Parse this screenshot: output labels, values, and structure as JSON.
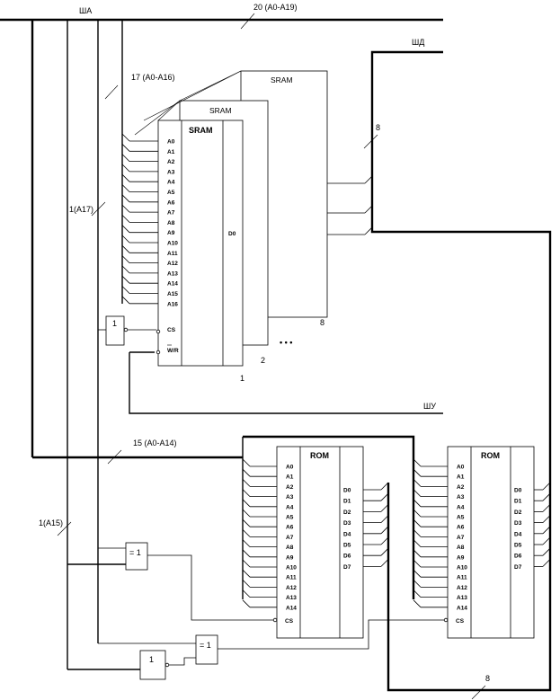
{
  "buses": {
    "address": "ША",
    "data": "ШД",
    "control": "ШУ"
  },
  "bus_labels": {
    "main_address": "20 (A0-A19)",
    "sram_address": "17 (A0-A16)",
    "sram_select": "1(A17)",
    "data_width_top": "8",
    "rom_address": "15 (A0-A14)",
    "rom_select": "1(A15)",
    "data_width_bottom": "8"
  },
  "sram": {
    "title": "SRAM",
    "address_pins": [
      "A0",
      "A1",
      "A2",
      "A3",
      "A4",
      "A5",
      "A6",
      "A7",
      "A8",
      "A9",
      "A10",
      "A11",
      "A12",
      "A13",
      "A14",
      "A15",
      "A16"
    ],
    "cs_pin": "CS",
    "wr_pin": "W/R",
    "wr_overbar": "W",
    "data_pin": "D0",
    "chip_numbers": [
      "1",
      "2",
      "8"
    ],
    "ellipsis": "• • •"
  },
  "rom": {
    "title": "ROM",
    "address_pins": [
      "A0",
      "A1",
      "A2",
      "A3",
      "A4",
      "A5",
      "A6",
      "A7",
      "A8",
      "A9",
      "A10",
      "A11",
      "A12",
      "A13",
      "A14"
    ],
    "data_pins": [
      "D0",
      "D1",
      "D2",
      "D3",
      "D4",
      "D5",
      "D6",
      "D7"
    ],
    "cs_pin": "CS"
  },
  "gates": {
    "sram_inverter": "1",
    "rom_xor": "= 1",
    "rom_xor2": "= 1",
    "rom_inverter": "1"
  }
}
